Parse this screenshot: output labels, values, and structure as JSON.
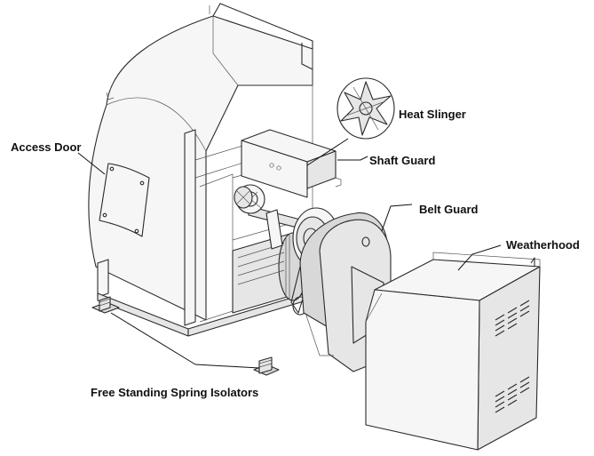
{
  "labels": {
    "heat_slinger": "Heat Slinger",
    "shaft_guard": "Shaft Guard",
    "access_door": "Access Door",
    "belt_guard": "Belt Guard",
    "weatherhood": "Weatherhood",
    "spring_isolators": "Free Standing Spring Isolators"
  },
  "colors": {
    "line": "#2a2a2a",
    "fill_light": "#f6f6f6",
    "fill_mid": "#e6e6e6",
    "fill_dark": "#d8d8d8"
  }
}
